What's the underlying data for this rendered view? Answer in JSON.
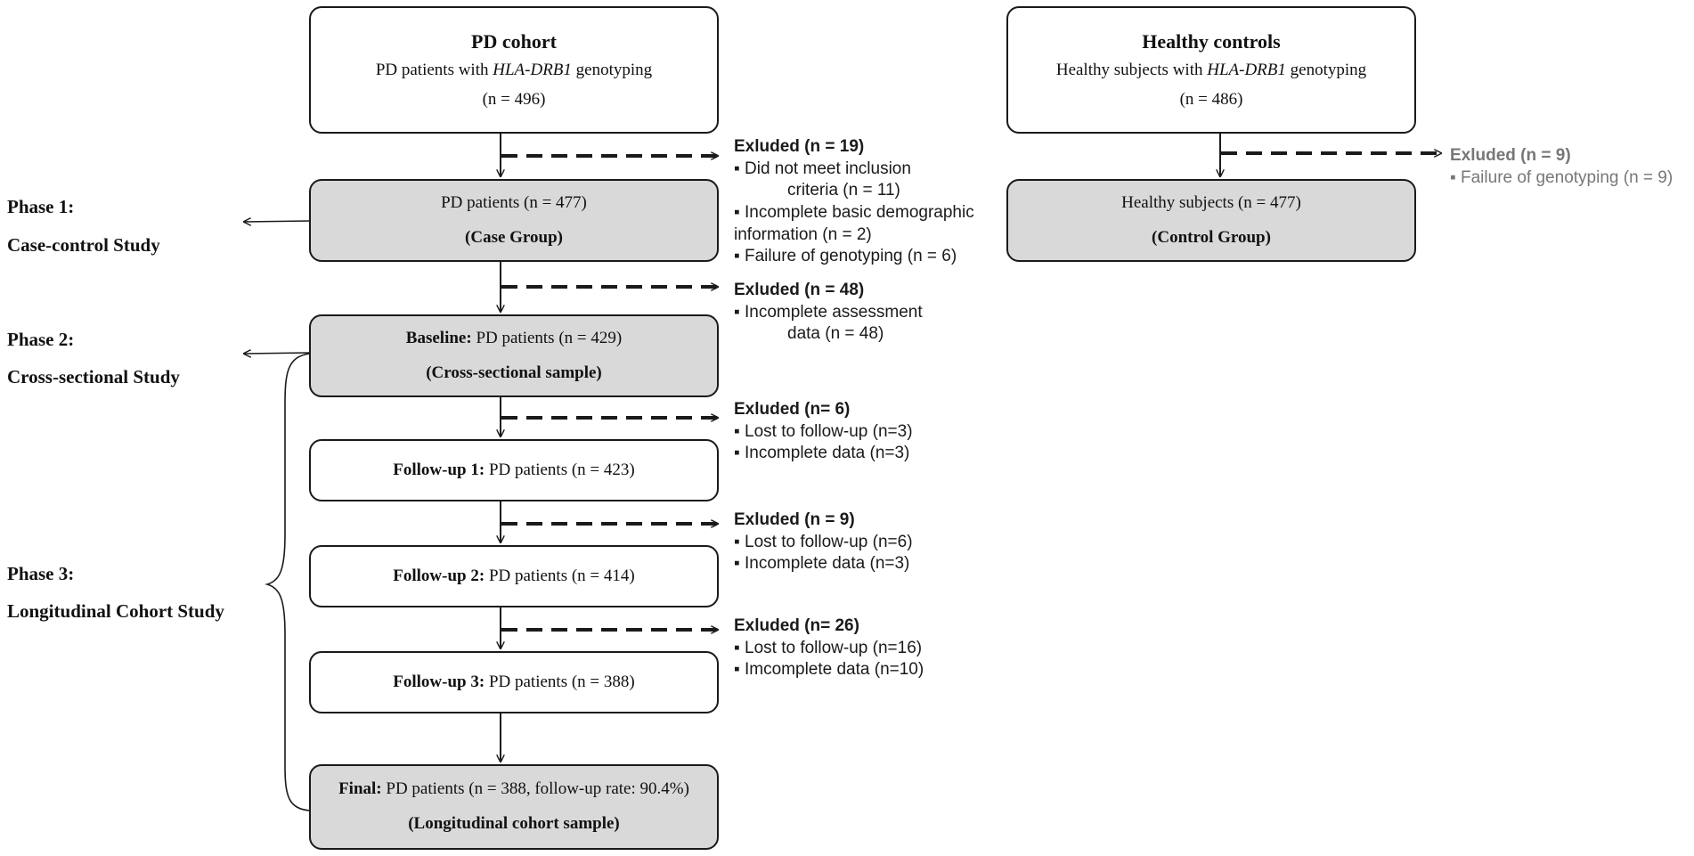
{
  "pd_cohort": {
    "title": "PD cohort",
    "line1_pre": "PD patients with ",
    "line1_gene": "HLA-DRB1",
    "line1_post": " genotyping",
    "count": "(n = 496)"
  },
  "healthy_controls": {
    "title": "Healthy controls",
    "line1_pre": "Healthy subjects with ",
    "line1_gene": "HLA-DRB1",
    "line1_post": " genotyping",
    "count": "(n = 486)"
  },
  "case_group": {
    "line1": "PD  patients (n = 477)",
    "line2": "(Case Group)"
  },
  "control_group": {
    "line1": "Healthy subjects (n = 477)",
    "line2": "(Control Group)"
  },
  "baseline": {
    "bold": "Baseline:",
    "rest": " PD patients (n = 429)",
    "line2": "(Cross-sectional sample)"
  },
  "followup1": {
    "bold": "Follow-up 1:",
    "rest": " PD patients (n = 423)"
  },
  "followup2": {
    "bold": "Follow-up 2:",
    "rest": " PD patients (n = 414)"
  },
  "followup3": {
    "bold": "Follow-up 3:",
    "rest": " PD patients (n = 388)"
  },
  "final": {
    "bold": "Final:",
    "rest": " PD patients (n = 388, follow-up rate: 90.4%)",
    "line2": "(Longitudinal cohort sample)"
  },
  "phases": {
    "p1_label": "Phase 1:",
    "p1_name": "Case-control Study",
    "p2_label": "Phase 2:",
    "p2_name": "Cross-sectional Study",
    "p3_label": "Phase 3:",
    "p3_name": "Longitudinal Cohort Study"
  },
  "exclusions": {
    "e1": {
      "header": "Exluded (n = 19)",
      "i1": "▪ Did not meet inclusion",
      "i1b": "criteria (n = 11)",
      "i2": "▪ Incomplete basic demographic",
      "i2b": "information (n = 2)",
      "i3": "▪ Failure of genotyping (n = 6)"
    },
    "e2": {
      "header": "Exluded (n = 48)",
      "i1": "▪ Incomplete assessment",
      "i1b": "data (n = 48)"
    },
    "e3": {
      "header": "Exluded (n= 6)",
      "i1": "▪ Lost to follow-up (n=3)",
      "i2": "▪ Incomplete data (n=3)"
    },
    "e4": {
      "header": "Exluded (n = 9)",
      "i1": "▪ Lost to follow-up (n=6)",
      "i2": "▪ Incomplete data (n=3)"
    },
    "e5": {
      "header": "Exluded (n= 26)",
      "i1": "▪ Lost to follow-up (n=16)",
      "i2": "▪ Imcomplete data (n=10)"
    },
    "hc": {
      "header": "Exluded (n = 9)",
      "i1": "▪ Failure of genotyping (n = 9)"
    }
  }
}
